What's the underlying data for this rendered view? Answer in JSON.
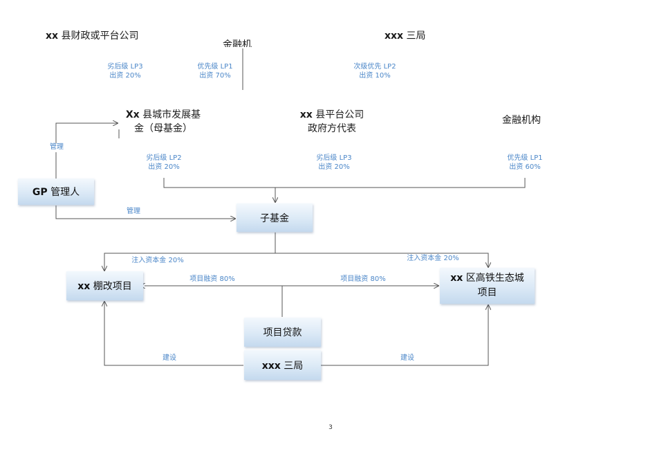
{
  "top": {
    "left_title_prefix": "xx",
    "left_title_rest": " 县财政或平台公司",
    "mid_title": "金融机",
    "right_title_prefix": "xxx",
    "right_title_rest": " 三局",
    "lp3_label": "劣后级 LP3",
    "lp3_amount": "出资 20%",
    "lp1_label": "优先级 LP1",
    "lp1_amount": "出资 70%",
    "lp2_label": "次级优先 LP2",
    "lp2_amount": "出资 10%"
  },
  "mother_fund": {
    "line1_prefix": "Xx",
    "line1_rest": " 县城市发展基",
    "line2": "金（母基金）"
  },
  "platform": {
    "line1_prefix": "xx",
    "line1_rest": " 县平台公司",
    "line2": "政府方代表"
  },
  "finance_inst": "金融机构",
  "mid_labels": {
    "lp2_label": "劣后级 LP2",
    "lp2_amount": "出资 20%",
    "lp3_label": "劣后级 LP3",
    "lp3_amount": "出资 20%",
    "lp1_label": "优先级 LP1",
    "lp1_amount": "出资 60%"
  },
  "manage_label_top": "管理",
  "manage_label_bottom": "管理",
  "gp_box": {
    "prefix": "GP",
    "rest": " 管理人"
  },
  "sub_fund_box": "子基金",
  "inject_left": "注入资本金 20%",
  "inject_right": "注入资本金 20%",
  "shantytown_box": {
    "prefix": "xx",
    "rest": " 棚改项目"
  },
  "hsr_box": {
    "prefix": "xx",
    "rest_line1": " 区高铁生态城",
    "line2": "项目"
  },
  "financing_left": "项目融资 80%",
  "financing_right": "项目融资 80%",
  "loan_box": "项目贷款",
  "bureau_box": {
    "prefix": "xxx",
    "rest": " 三局"
  },
  "build_left": "建设",
  "build_right": "建设",
  "page_number": "3"
}
